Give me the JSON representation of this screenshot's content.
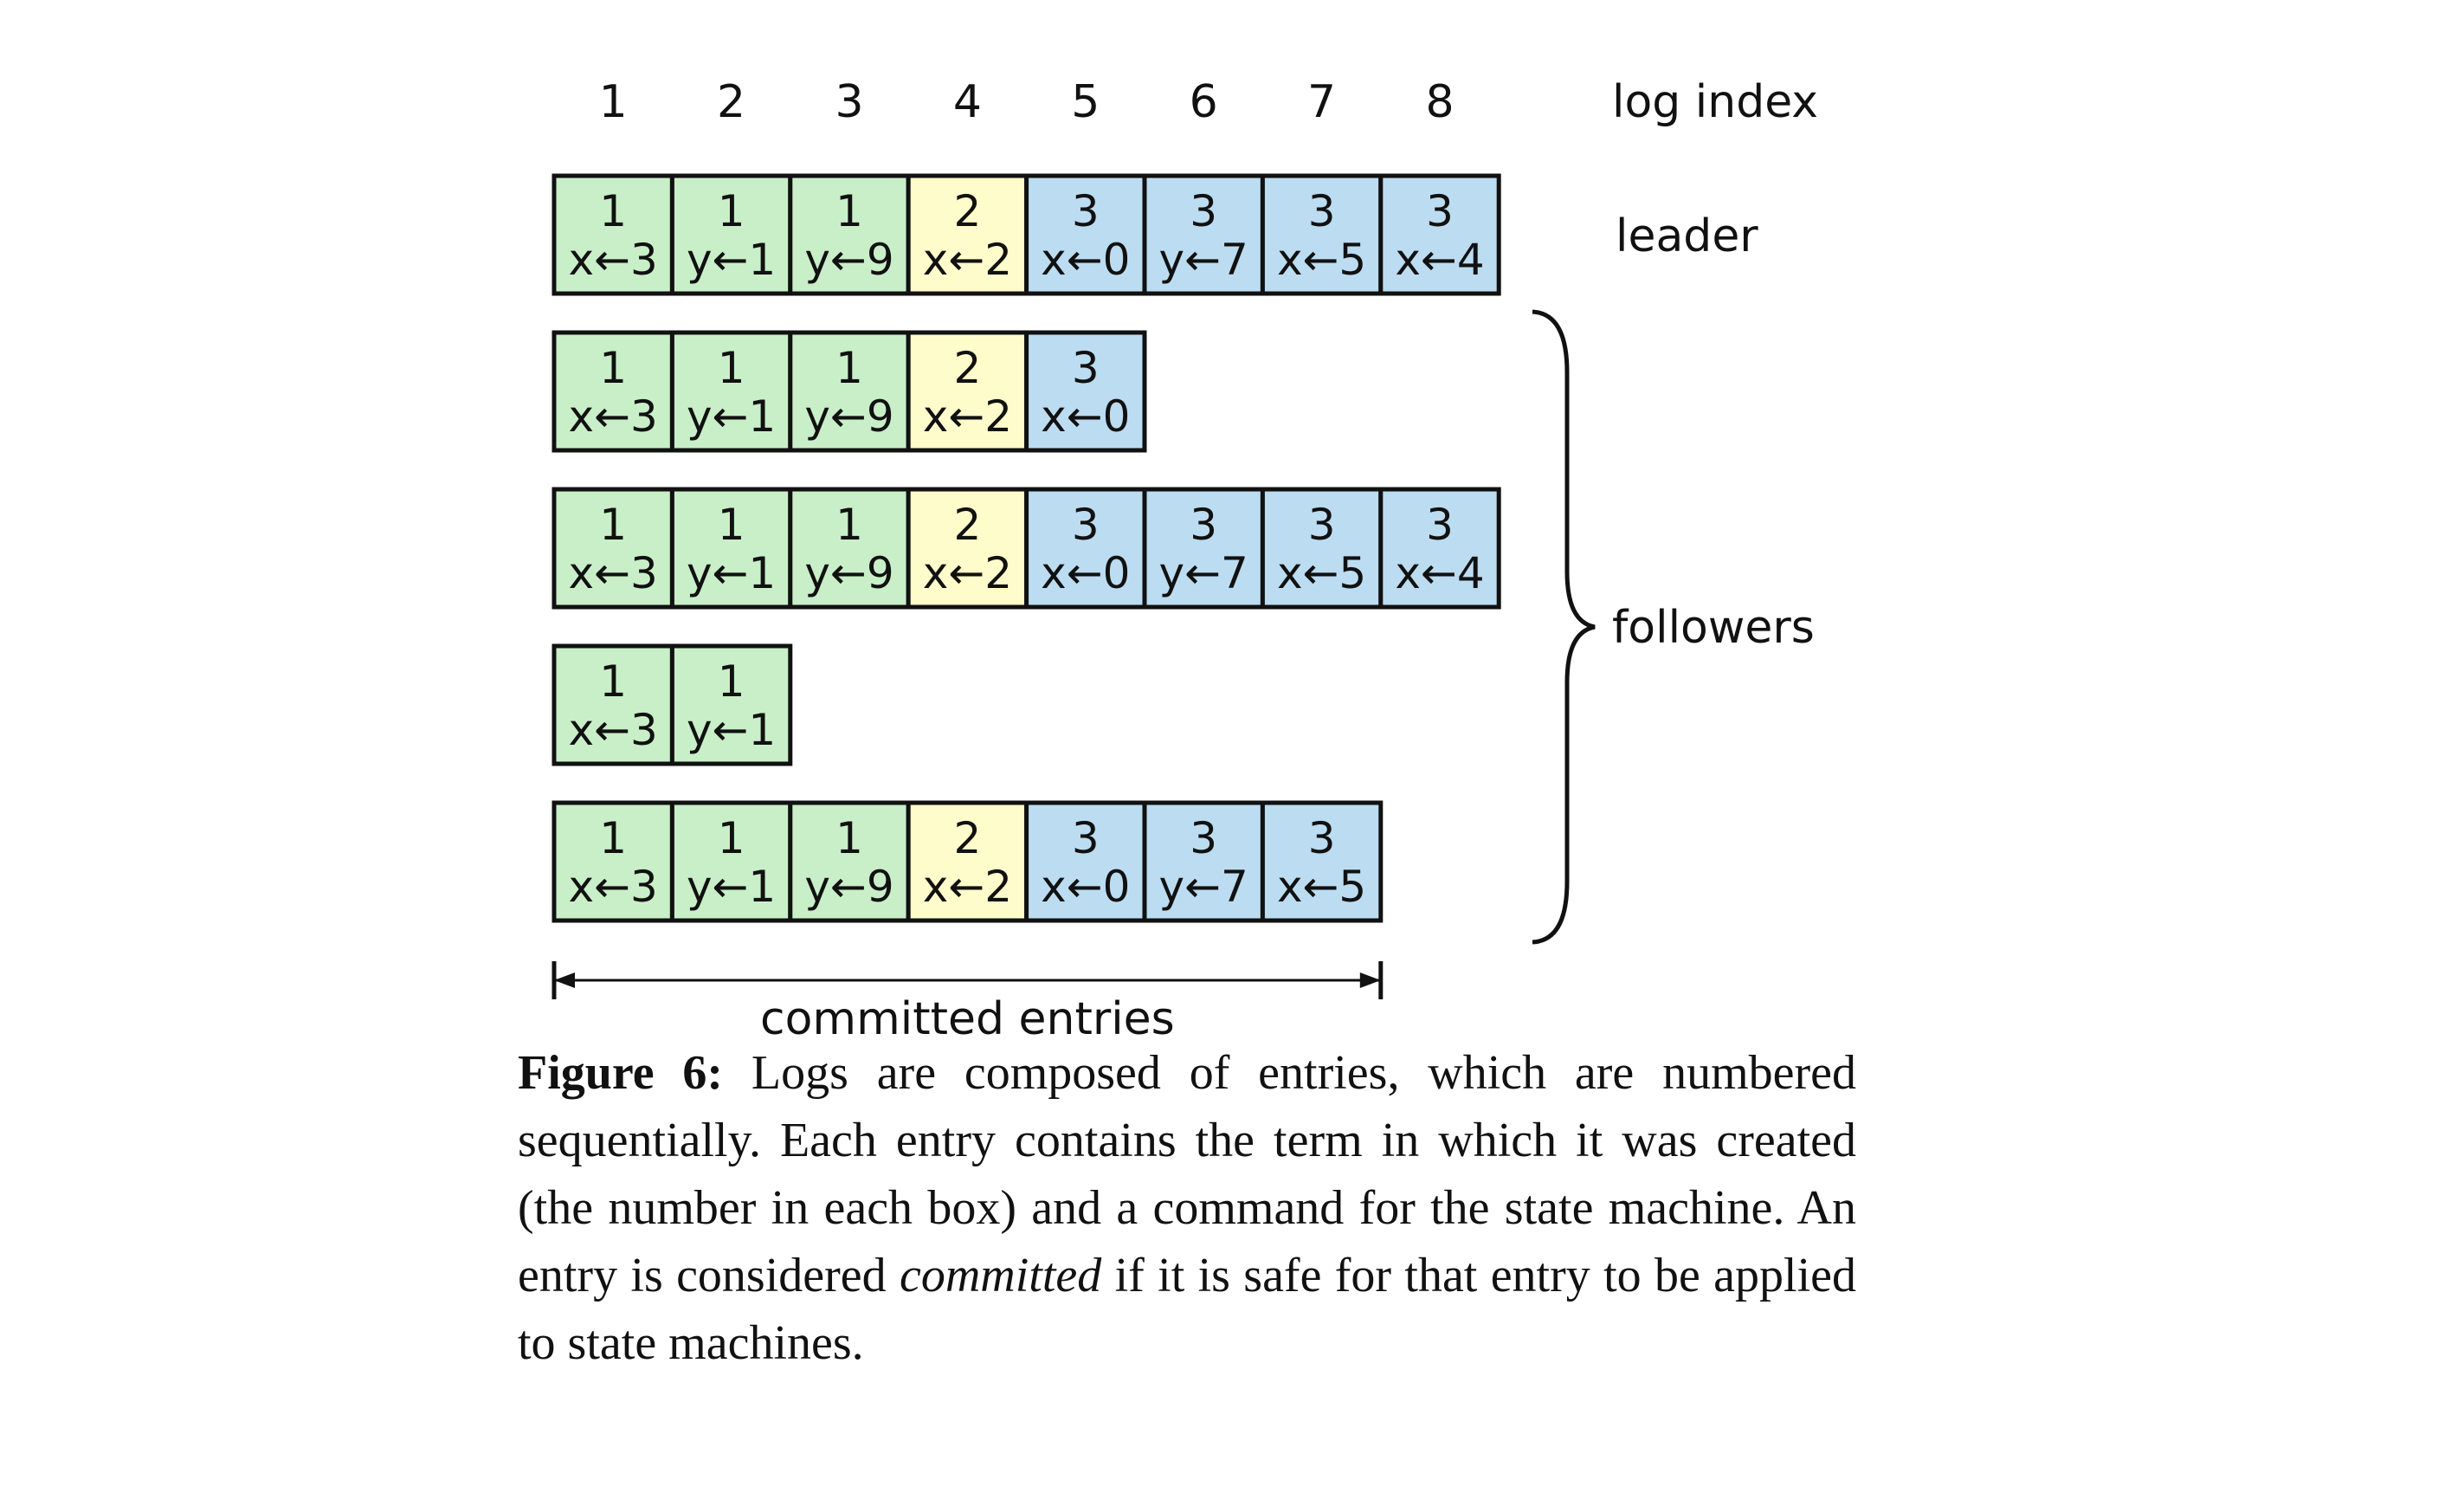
{
  "diagram": {
    "header_label": "log index",
    "indices": [
      "1",
      "2",
      "3",
      "4",
      "5",
      "6",
      "7",
      "8"
    ],
    "leader_label": "leader",
    "followers_label": "followers",
    "committed_label": "committed entries",
    "committed_through_index": 7,
    "term_colors": {
      "1": "#c9efc9",
      "2": "#fffccb",
      "3": "#bcdcf1"
    },
    "logs": [
      {
        "role": "leader",
        "entries": [
          {
            "term": "1",
            "cmd": "x←3"
          },
          {
            "term": "1",
            "cmd": "y←1"
          },
          {
            "term": "1",
            "cmd": "y←9"
          },
          {
            "term": "2",
            "cmd": "x←2"
          },
          {
            "term": "3",
            "cmd": "x←0"
          },
          {
            "term": "3",
            "cmd": "y←7"
          },
          {
            "term": "3",
            "cmd": "x←5"
          },
          {
            "term": "3",
            "cmd": "x←4"
          }
        ]
      },
      {
        "role": "follower",
        "entries": [
          {
            "term": "1",
            "cmd": "x←3"
          },
          {
            "term": "1",
            "cmd": "y←1"
          },
          {
            "term": "1",
            "cmd": "y←9"
          },
          {
            "term": "2",
            "cmd": "x←2"
          },
          {
            "term": "3",
            "cmd": "x←0"
          }
        ]
      },
      {
        "role": "follower",
        "entries": [
          {
            "term": "1",
            "cmd": "x←3"
          },
          {
            "term": "1",
            "cmd": "y←1"
          },
          {
            "term": "1",
            "cmd": "y←9"
          },
          {
            "term": "2",
            "cmd": "x←2"
          },
          {
            "term": "3",
            "cmd": "x←0"
          },
          {
            "term": "3",
            "cmd": "y←7"
          },
          {
            "term": "3",
            "cmd": "x←5"
          },
          {
            "term": "3",
            "cmd": "x←4"
          }
        ]
      },
      {
        "role": "follower",
        "entries": [
          {
            "term": "1",
            "cmd": "x←3"
          },
          {
            "term": "1",
            "cmd": "y←1"
          }
        ]
      },
      {
        "role": "follower",
        "entries": [
          {
            "term": "1",
            "cmd": "x←3"
          },
          {
            "term": "1",
            "cmd": "y←1"
          },
          {
            "term": "1",
            "cmd": "y←9"
          },
          {
            "term": "2",
            "cmd": "x←2"
          },
          {
            "term": "3",
            "cmd": "x←0"
          },
          {
            "term": "3",
            "cmd": "y←7"
          },
          {
            "term": "3",
            "cmd": "x←5"
          }
        ]
      }
    ]
  },
  "caption": {
    "label": "Figure 6:",
    "text_before": " Logs are composed of entries, which are numbered sequentially. Each entry contains the term in which it was created (the number in each box) and a command for the state machine. An entry is considered ",
    "emphasis": "committed",
    "text_after": " if it is safe for that entry to be applied to state machines."
  }
}
